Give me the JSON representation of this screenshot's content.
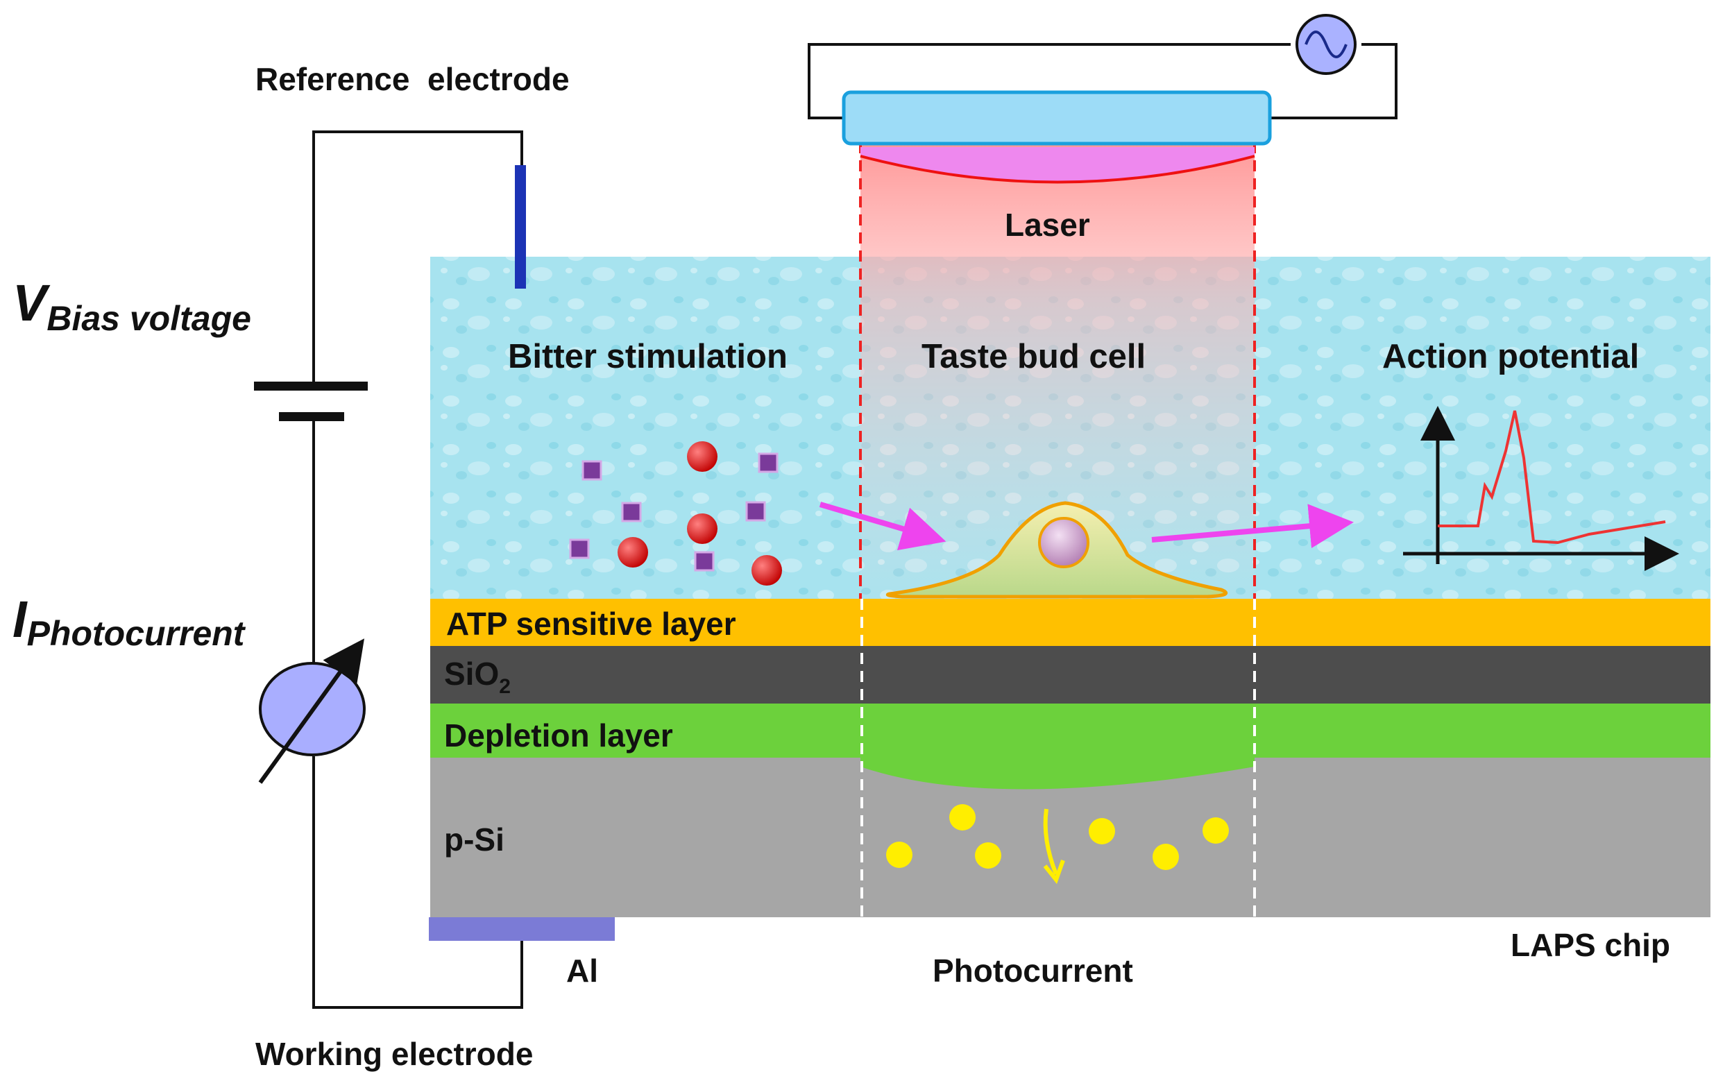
{
  "colors": {
    "solution": "#a7e3ef",
    "atp_layer": "#ffc000",
    "sio2_layer": "#4d4d4d",
    "depletion_layer": "#6cd13c",
    "psi_layer": "#a6a6a6",
    "al_contact": "#7b7bd6",
    "reference_electrode": "#1c33b5",
    "laser_beam": "#ff9a9a",
    "laser_source": "#9ddcf7",
    "arrow": "#ee44ee",
    "carrier": "#ffee00",
    "ion_red": "#dd1111",
    "ion_purple": "#7a3a9a"
  },
  "labels": {
    "reference_electrode": "Reference  electrode",
    "working_electrode": "Working electrode",
    "bias_main": "V",
    "bias_sub": "Bias voltage",
    "photocurrent_main": "I",
    "photocurrent_sub": "Photocurrent",
    "laser": "Laser",
    "bitter_stimulation": "Bitter stimulation",
    "taste_bud_cell": "Taste bud cell",
    "action_potential": "Action potential",
    "atp_layer": "ATP sensitive layer",
    "sio2_main": "SiO",
    "sio2_sub": "2",
    "depletion_layer": "Depletion layer",
    "psi": "p-Si",
    "al": "Al",
    "photocurrent": "Photocurrent",
    "laps_chip": "LAPS chip"
  },
  "icons": {
    "ac_source": "ac-sine-source-icon",
    "battery": "battery-icon",
    "ammeter": "variable-ammeter-icon",
    "action_potential_plot": "spike-waveform-icon"
  }
}
